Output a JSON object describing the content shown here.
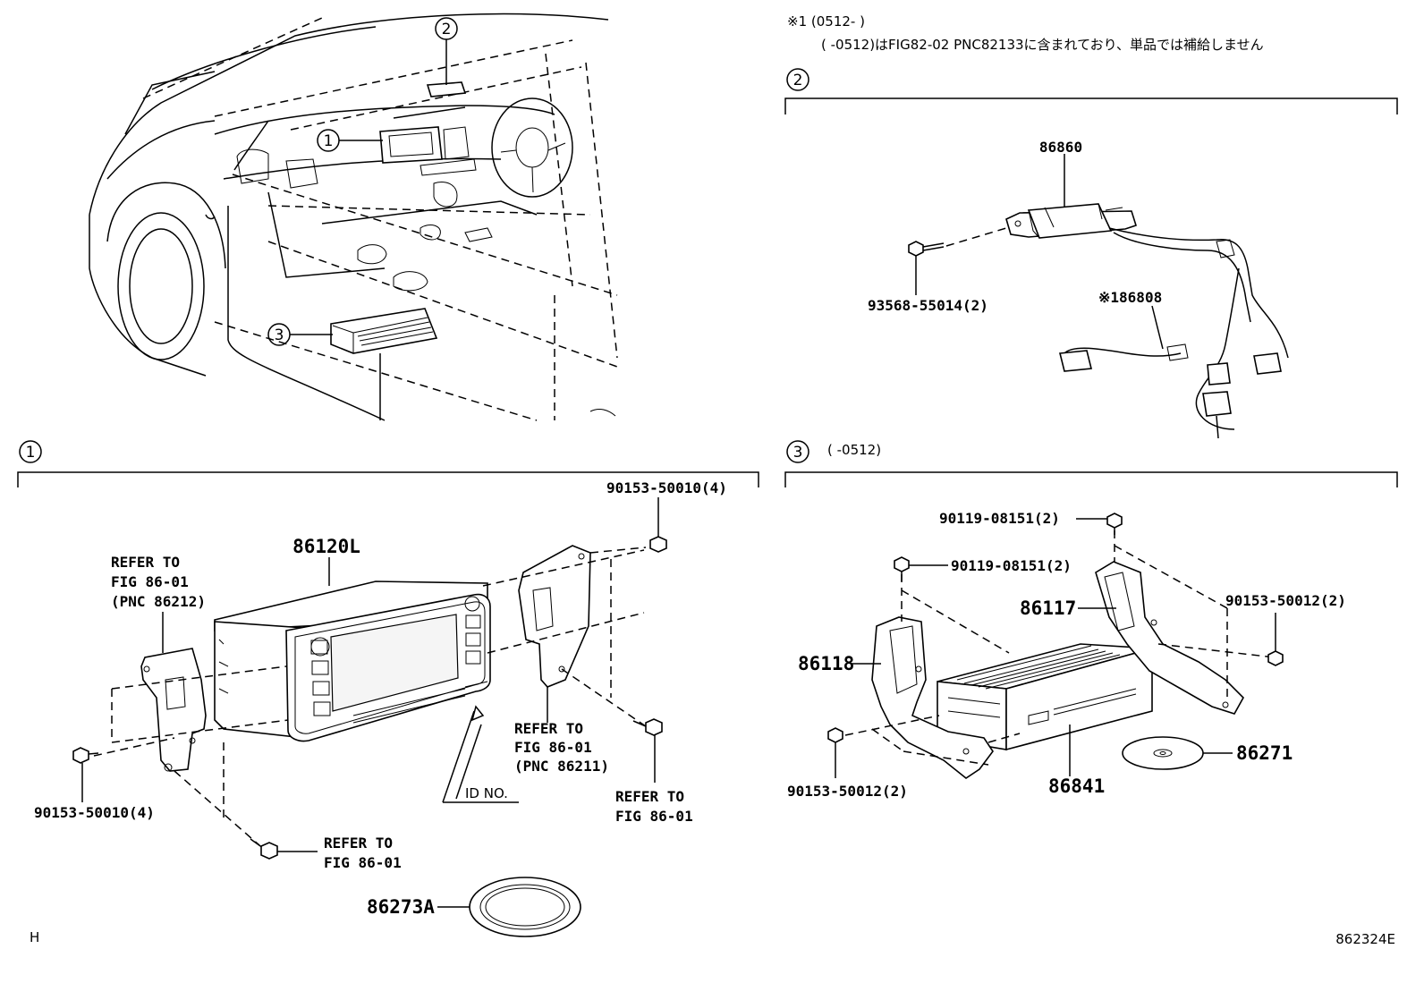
{
  "notes": {
    "line1": "※1 (0512-     )",
    "line2": "(     -0512)はFIG82-02 PNC82133に含まれており、単品では補給しません"
  },
  "callouts": {
    "c1": "1",
    "c2": "2",
    "c3": "3"
  },
  "section1": {
    "header_circle": "1",
    "parts": {
      "main_unit": "86120L",
      "bolt_right": "90153-50010(4)",
      "bolt_left": "90153-50010(4)",
      "refer_left": [
        "REFER TO",
        "FIG 86-01",
        "(PNC 86212)"
      ],
      "refer_mid": [
        "REFER TO",
        "FIG 86-01",
        "(PNC 86211)"
      ],
      "refer_right": [
        "REFER TO",
        "FIG 86-01"
      ],
      "refer_bottom": [
        "REFER TO",
        "FIG 86-01"
      ],
      "id_no": "ID NO.",
      "disc": "86273A"
    }
  },
  "section2": {
    "header_circle": "2",
    "parts": {
      "module": "86860",
      "bolt": "93568-55014(2)",
      "harness": "※186808"
    }
  },
  "section3": {
    "header_circle": "3",
    "header_note": "(    -0512)",
    "parts": {
      "bolt_top": "90119-08151(2)",
      "bolt_mid": "90119-08151(2)",
      "bracket_r": "86117",
      "bracket_l": "86118",
      "bolt_right": "90153-50012(2)",
      "bolt_left": "90153-50012(2)",
      "player": "86841",
      "disc": "86271"
    }
  },
  "footer": {
    "left_mark": "H",
    "figure_code": "862324E"
  }
}
